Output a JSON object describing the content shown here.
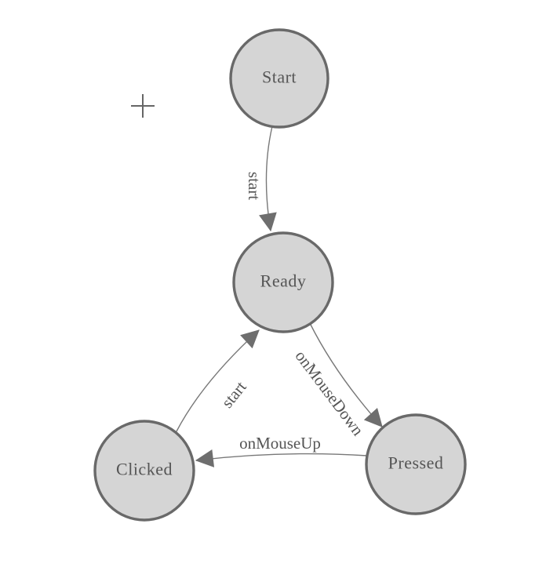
{
  "diagram": {
    "kind": "state-machine",
    "colors": {
      "background": "#ffffff",
      "node_fill": "#d5d5d5",
      "node_stroke": "#696969",
      "edge_color": "#787878",
      "arrow_color": "#6e6e6e",
      "text_color": "#555555",
      "plus_color": "#666666"
    },
    "nodes": [
      {
        "id": "start",
        "label": "Start"
      },
      {
        "id": "ready",
        "label": "Ready"
      },
      {
        "id": "clicked",
        "label": "Clicked"
      },
      {
        "id": "pressed",
        "label": "Pressed"
      }
    ],
    "edges": [
      {
        "from": "start",
        "to": "ready",
        "label": "start"
      },
      {
        "from": "clicked",
        "to": "ready",
        "label": "start"
      },
      {
        "from": "ready",
        "to": "pressed",
        "label": "onMouseDown"
      },
      {
        "from": "pressed",
        "to": "clicked",
        "label": "onMouseUp"
      }
    ]
  }
}
